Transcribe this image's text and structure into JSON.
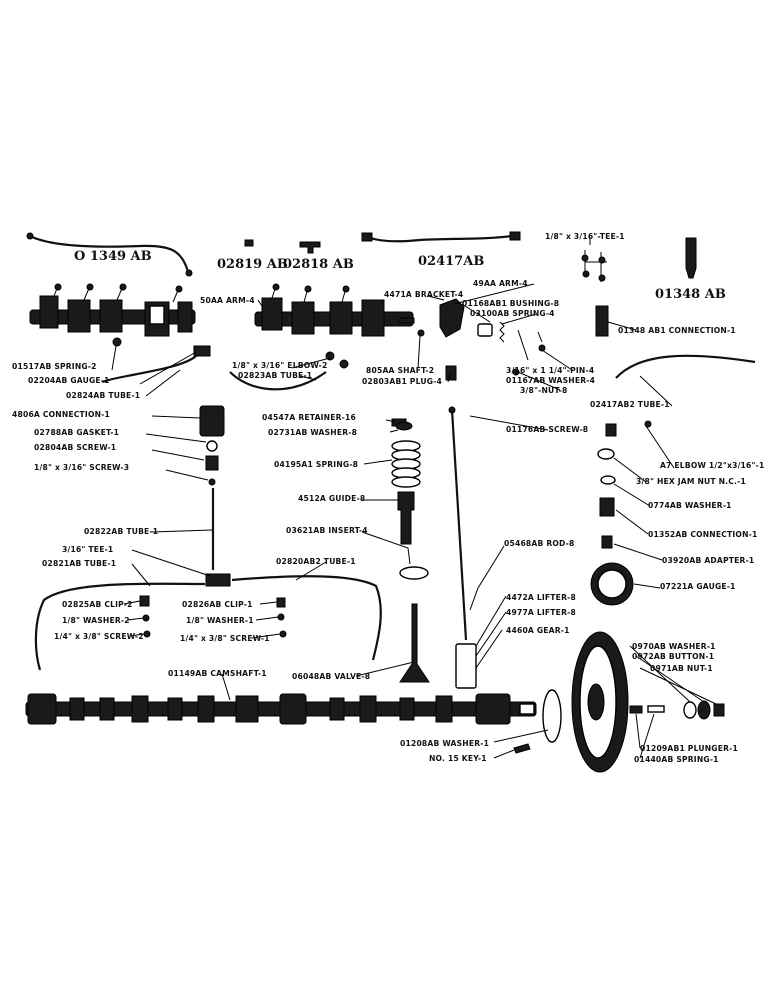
{
  "headline_parts": {
    "p1": "O 1349 AB",
    "p2": "02819 AB",
    "p3": "02818 AB",
    "p4": "02417AB",
    "p5": "01348 AB"
  },
  "callouts": [
    "1/8\" x 3/16\"-TEE-1",
    "50AA ARM-4",
    "4471A BRACKET-4",
    "49AA ARM-4",
    "01168AB1 BUSHING-8",
    "03100AB SPRING-4",
    "01348 AB1 CONNECTION-1",
    "01517AB SPRING-2",
    "02204AB GAUGE-1",
    "02824AB TUBE-1",
    "1/8\" x 3/16\" ELBOW-2",
    "02823AB TUBE-1",
    "805AA SHAFT-2",
    "02803AB1 PLUG-4",
    "3/16\" x 1 1/4\"-PIN-4",
    "01167AB WASHER-4",
    "3/8\"-NUT-8",
    "02417AB2 TUBE-1",
    "4806A CONNECTION-1",
    "02788AB GASKET-1",
    "02804AB SCREW-1",
    "1/8\" x 3/16\" SCREW-3",
    "04547A RETAINER-16",
    "02731AB WASHER-8",
    "01176AB SCREW-8",
    "04195A1 SPRING-8",
    "A7 ELBOW 1/2\"x3/16\"-1",
    "3/8\" HEX JAM NUT N.C.-1",
    "0774AB WASHER-1",
    "4512A GUIDE-8",
    "01352AB CONNECTION-1",
    "03621AB INSERT-4",
    "02822AB TUBE-1",
    "03920AB ADAPTER-1",
    "3/16\" TEE-1",
    "02821AB TUBE-1",
    "02820AB2 TUBE-1",
    "05468AB ROD-8",
    "07221A GAUGE-1",
    "02825AB CLIP-2",
    "02826AB CLIP-1",
    "4472A LIFTER-8",
    "4977A LIFTER-8",
    "1/8\" WASHER-2",
    "1/8\" WASHER-1",
    "4460A GEAR-1",
    "1/4\" x 3/8\" SCREW-2",
    "1/4\" x 3/8\" SCREW-1",
    "0970AB WASHER-1",
    "0972AB BUTTON-1",
    "01149AB CAMSHAFT-1",
    "06048AB VALVE-8",
    "0971AB NUT-1",
    "01208AB WASHER-1",
    "01209AB1 PLUNGER-1",
    "NO. 15 KEY-1",
    "01440AB SPRING-1"
  ]
}
